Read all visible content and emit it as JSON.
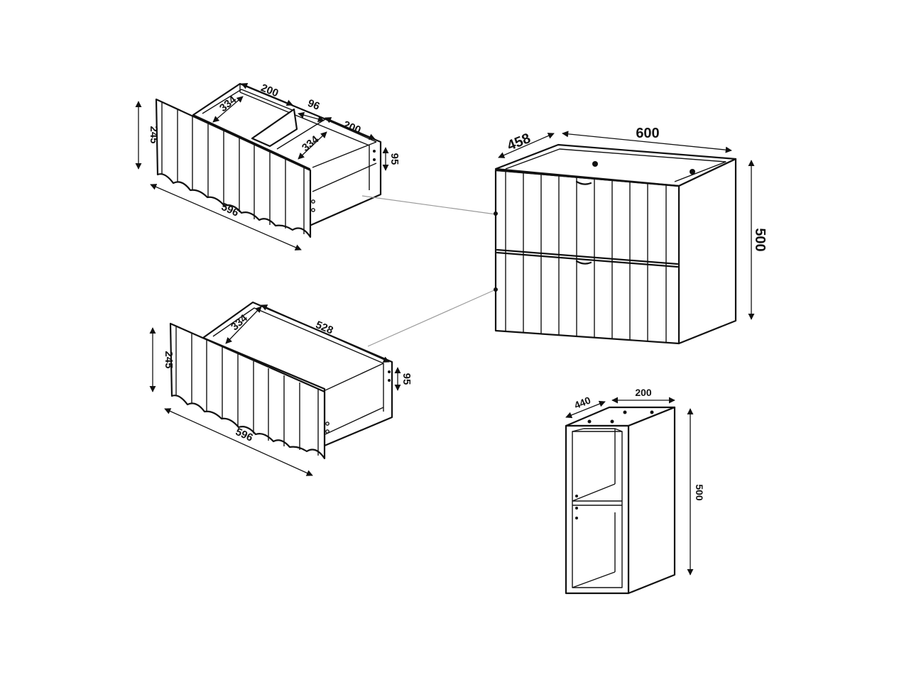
{
  "drawer_top": {
    "dim_depth_inner": "334",
    "dim_left_width": "200",
    "dim_gap": "96",
    "dim_right_depth": "334",
    "dim_right_width": "200",
    "dim_side_height": "95",
    "dim_height": "245",
    "dim_width": "596"
  },
  "drawer_bottom": {
    "dim_depth": "334",
    "dim_length": "528",
    "dim_side_height": "95",
    "dim_height": "245",
    "dim_width": "596"
  },
  "cabinet": {
    "dim_depth": "458",
    "dim_width": "600",
    "dim_height": "500"
  },
  "side_cabinet": {
    "dim_depth": "440",
    "dim_width": "200",
    "dim_height": "500"
  },
  "colors": {
    "line": "#111111",
    "leader": "#9a9a9a",
    "background": "#ffffff"
  }
}
